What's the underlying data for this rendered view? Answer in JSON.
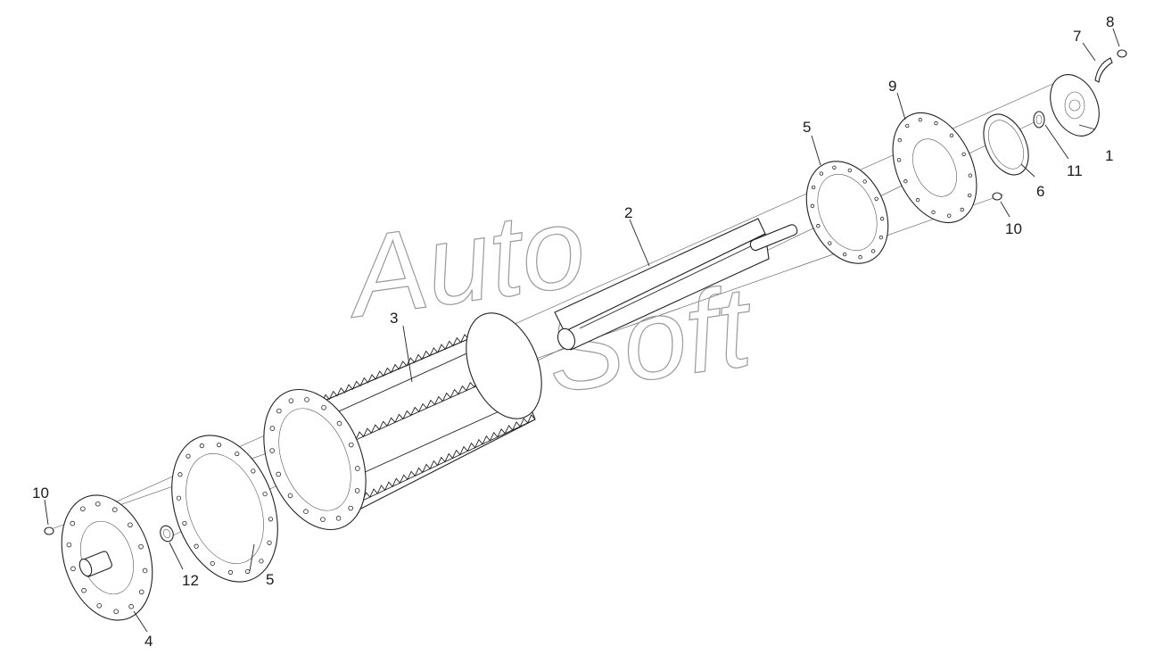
{
  "watermark": {
    "line1": "Auto",
    "line2": "Soft"
  },
  "callouts": [
    {
      "id": "1",
      "text": "1"
    },
    {
      "id": "2",
      "text": "2"
    },
    {
      "id": "3",
      "text": "3"
    },
    {
      "id": "4",
      "text": "4"
    },
    {
      "id": "5a",
      "text": "5"
    },
    {
      "id": "5b",
      "text": "5"
    },
    {
      "id": "6",
      "text": "6"
    },
    {
      "id": "7",
      "text": "7"
    },
    {
      "id": "8",
      "text": "8"
    },
    {
      "id": "9",
      "text": "9"
    },
    {
      "id": "10a",
      "text": "10"
    },
    {
      "id": "10b",
      "text": "10"
    },
    {
      "id": "11",
      "text": "11"
    },
    {
      "id": "12",
      "text": "12"
    }
  ]
}
